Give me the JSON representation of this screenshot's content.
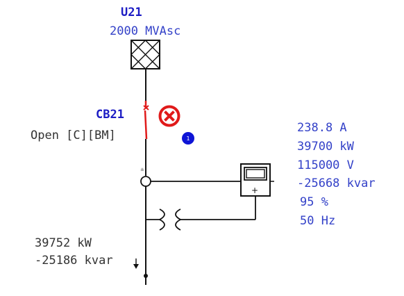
{
  "source": {
    "id": "U21",
    "rating": "2000 MVAsc"
  },
  "breaker": {
    "id": "CB21",
    "status": "Open [C][BM]",
    "badge": "1"
  },
  "meter": {
    "readings": [
      "238.8 A",
      "39700 kW",
      "115000 V",
      "-25668 kvar",
      "95 %",
      "50 Hz"
    ]
  },
  "load": {
    "power": "39752 kW",
    "reactive": "-25186 kvar"
  },
  "colors": {
    "label": "#3341c8",
    "breaker": "#e01a1a",
    "badge": "#0e14d6",
    "line": "#111111"
  },
  "icons": [
    "utility-source-icon",
    "circuit-breaker-icon",
    "open-x-icon",
    "current-transformer-icon",
    "power-meter-icon",
    "voltage-transformer-icon"
  ]
}
